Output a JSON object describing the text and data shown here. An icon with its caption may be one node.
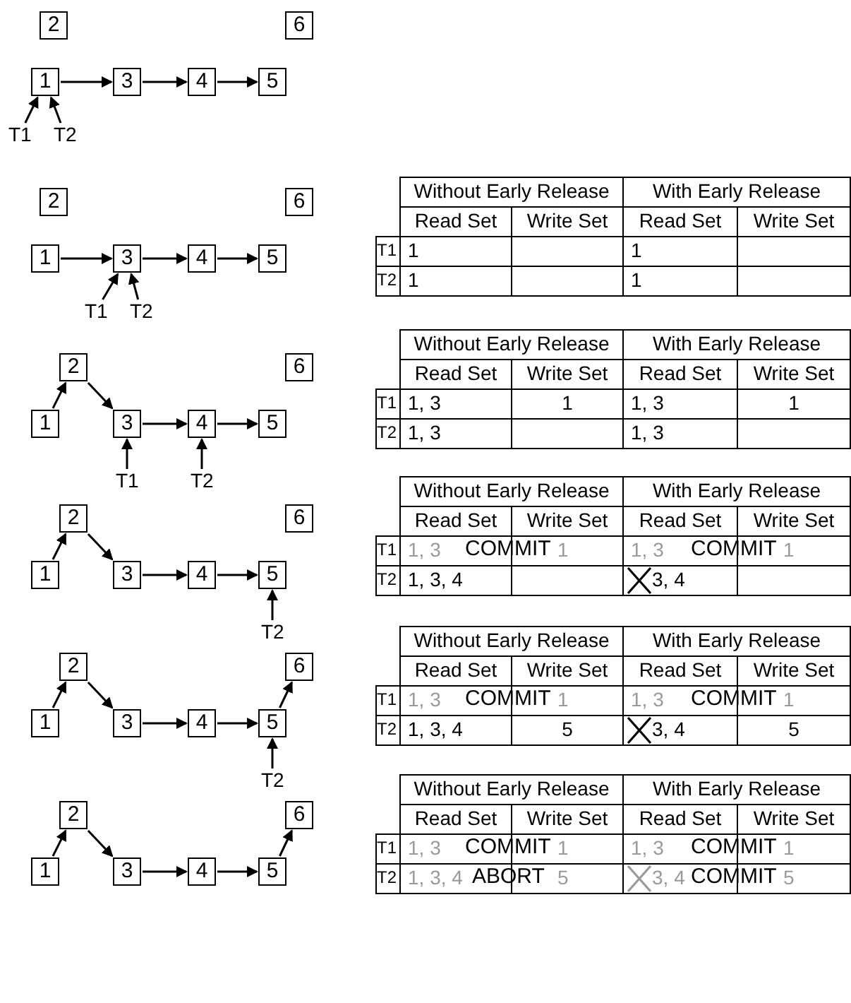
{
  "diagram": {
    "nodes": [
      {
        "text": [
          "2"
        ]
      },
      {
        "text": [
          "6"
        ]
      },
      {
        "text": [
          "1"
        ]
      },
      {
        "text": [
          "3"
        ]
      },
      {
        "text": [
          "4"
        ]
      },
      {
        "text": [
          "5"
        ]
      },
      {
        "text": [
          "T1"
        ]
      },
      {
        "text": [
          "T2"
        ]
      },
      {
        "text": [
          "2"
        ]
      },
      {
        "text": [
          "6"
        ]
      },
      {
        "text": [
          "1"
        ]
      },
      {
        "text": [
          "3"
        ]
      },
      {
        "text": [
          "4"
        ]
      },
      {
        "text": [
          "5"
        ]
      },
      {
        "text": [
          "T1"
        ]
      },
      {
        "text": [
          "T2"
        ]
      },
      {
        "text": [
          "2"
        ]
      },
      {
        "text": [
          "6"
        ]
      },
      {
        "text": [
          "1"
        ]
      },
      {
        "text": [
          "3"
        ]
      },
      {
        "text": [
          "4"
        ]
      },
      {
        "text": [
          "5"
        ]
      },
      {
        "text": [
          "T1"
        ]
      },
      {
        "text": [
          "T2"
        ]
      },
      {
        "text": [
          "2"
        ]
      },
      {
        "text": [
          "6"
        ]
      },
      {
        "text": [
          "1"
        ]
      },
      {
        "text": [
          "3"
        ]
      },
      {
        "text": [
          "4"
        ]
      },
      {
        "text": [
          "5"
        ]
      },
      {
        "text": [
          "T2"
        ]
      },
      {
        "text": [
          "2"
        ]
      },
      {
        "text": [
          "6"
        ]
      },
      {
        "text": [
          "1"
        ]
      },
      {
        "text": [
          "3"
        ]
      },
      {
        "text": [
          "4"
        ]
      },
      {
        "text": [
          "5"
        ]
      },
      {
        "text": [
          "T2"
        ]
      },
      {
        "text": [
          "2"
        ]
      },
      {
        "text": [
          "6"
        ]
      },
      {
        "text": [
          "1"
        ]
      },
      {
        "text": [
          "3"
        ]
      },
      {
        "text": [
          "4"
        ]
      },
      {
        "text": [
          "5"
        ]
      }
    ],
    "edges": [
      {
        "from": 2,
        "to": 3,
        "arrow": "to"
      },
      {
        "from": 3,
        "to": 4,
        "arrow": "to"
      },
      {
        "from": 4,
        "to": 5,
        "arrow": "to"
      },
      {
        "from": 6,
        "to": 2,
        "arrow": "to"
      },
      {
        "from": 7,
        "to": 2,
        "arrow": "to"
      },
      {
        "from": 10,
        "to": 11,
        "arrow": "to"
      },
      {
        "from": 11,
        "to": 12,
        "arrow": "to"
      },
      {
        "from": 12,
        "to": 13,
        "arrow": "to"
      },
      {
        "from": 14,
        "to": 11,
        "arrow": "to"
      },
      {
        "from": 15,
        "to": 11,
        "arrow": "to"
      },
      {
        "from": 18,
        "to": 16,
        "arrow": "to"
      },
      {
        "from": 16,
        "to": 19,
        "arrow": "to"
      },
      {
        "from": 19,
        "to": 20,
        "arrow": "to"
      },
      {
        "from": 20,
        "to": 21,
        "arrow": "to"
      },
      {
        "from": 22,
        "to": 19,
        "arrow": "to"
      },
      {
        "from": 23,
        "to": 20,
        "arrow": "to"
      },
      {
        "from": 26,
        "to": 24,
        "arrow": "to"
      },
      {
        "from": 24,
        "to": 27,
        "arrow": "to"
      },
      {
        "from": 27,
        "to": 28,
        "arrow": "to"
      },
      {
        "from": 28,
        "to": 29,
        "arrow": "to"
      },
      {
        "from": 30,
        "to": 29,
        "arrow": "to"
      },
      {
        "from": 33,
        "to": 31,
        "arrow": "to"
      },
      {
        "from": 31,
        "to": 34,
        "arrow": "to"
      },
      {
        "from": 34,
        "to": 35,
        "arrow": "to"
      },
      {
        "from": 35,
        "to": 36,
        "arrow": "to"
      },
      {
        "from": 36,
        "to": 32,
        "arrow": "to"
      },
      {
        "from": 37,
        "to": 36,
        "arrow": "to"
      },
      {
        "from": 40,
        "to": 38,
        "arrow": "to"
      },
      {
        "from": 38,
        "to": 41,
        "arrow": "to"
      },
      {
        "from": 41,
        "to": 42,
        "arrow": "to"
      },
      {
        "from": 42,
        "to": 43,
        "arrow": "to"
      },
      {
        "from": 43,
        "to": 39,
        "arrow": "to"
      }
    ],
    "labels": [
      "Without Early Release",
      "With Early Release",
      "Read Set",
      "Write Set",
      "Read Set",
      "Write Set",
      "T1",
      "1",
      "1",
      "T2",
      "1",
      "1",
      "Without Early Release",
      "With Early Release",
      "Read Set",
      "Write Set",
      "Read Set",
      "Write Set",
      "T1",
      "1, 3",
      "1",
      "1, 3",
      "1",
      "T2",
      "1, 3",
      "1, 3",
      "Without Early Release",
      "With Early Release",
      "Read Set",
      "Write Set",
      "Read Set",
      "Write Set",
      "T1",
      "1, 3",
      "COMMIT",
      "1",
      "1, 3",
      "COMMIT",
      "1",
      "T2",
      "1, 3, 4",
      "3, 4",
      "Without Early Release",
      "With Early Release",
      "Read Set",
      "Write Set",
      "Read Set",
      "Write Set",
      "T1",
      "1, 3",
      "COMMIT",
      "1",
      "1, 3",
      "COMMIT",
      "1",
      "T2",
      "1, 3, 4",
      "5",
      "3, 4",
      "5",
      "Without Early Release",
      "With Early Release",
      "Read Set",
      "Write Set",
      "Read Set",
      "Write Set",
      "T1",
      "1, 3",
      "COMMIT",
      "1",
      "1, 3",
      "COMMIT",
      "1",
      "T2",
      "1, 3, 4",
      "ABORT",
      "5",
      "3, 4",
      "COMMIT",
      "5"
    ]
  }
}
